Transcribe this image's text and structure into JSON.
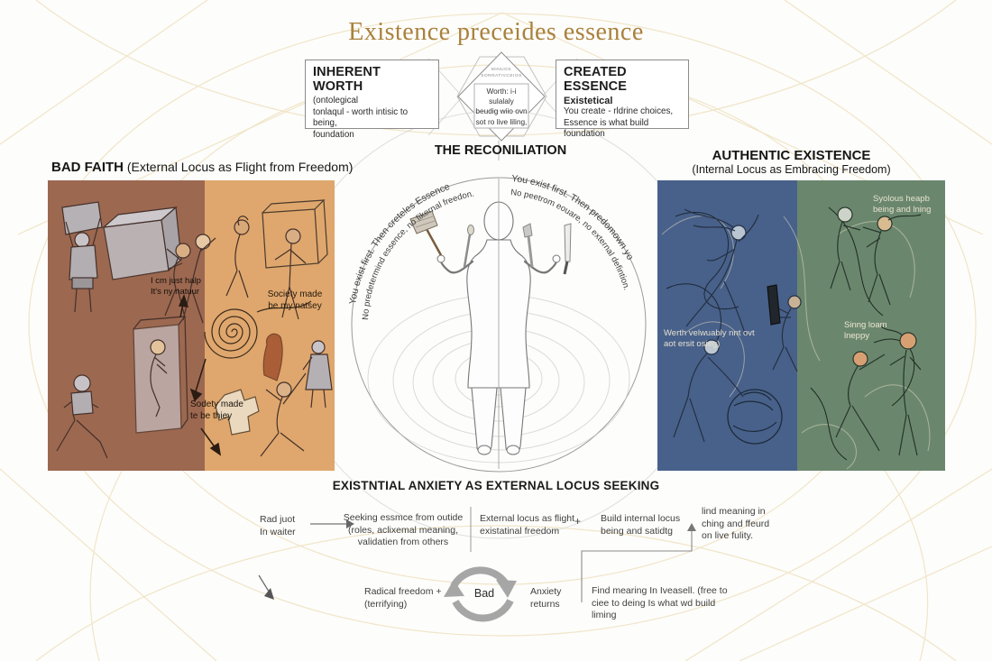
{
  "title": "Existence preceides essence",
  "top": {
    "inherent": {
      "heading": "INHERENT WORTH",
      "body": "(ontolegical\ntonlaqul - worth intisic to being,\nfoundation"
    },
    "diamond": {
      "caps": "MINUOS\nSORRATIVCEIOS",
      "body": "Worth: i-i sulalaly\nbeudig wiio ovn\nsot ro live liling,"
    },
    "created": {
      "heading": "CREATED ESSENCE",
      "subheading": "Existetical",
      "body": "You create - rldrine choices,\nEssence is what build foundation"
    }
  },
  "headers": {
    "bad_faith_title": "BAD FAITH",
    "bad_faith_sub": " (External Locus as Flight from Freedom)",
    "reconciliation": "THE RECONILIATION",
    "authentic_title": "AUTHENTIC EXISTENCE",
    "authentic_sub": "(Internal Locus as Embracing Freedom)"
  },
  "bad_faith_panel": {
    "annotations": [
      "I cm just halp\nIt's ny natuur",
      "Society made\nbe my natsey",
      "Sodety made\nte be thiey"
    ]
  },
  "reconciliation_center": {
    "arc_left_outer": "You exist first. Then creteles Essence",
    "arc_left_inner": "No predetermind essence, no fikernal freedon.",
    "arc_right_outer": "You exist first. Then predomown yo",
    "arc_right_inner": "No peetrom eouare, no external defintion."
  },
  "authentic_panel": {
    "annotations": [
      "Syolous heapb\nbeing and lning",
      "Werth velwuably nnt ovt\naot ersit osieg)",
      "Sinng loam\nlneppy"
    ]
  },
  "bottom": {
    "title": "EXISTNTIAL ANXIETY AS EXTERNAL LOCUS SEEKING",
    "flow": {
      "start": "Rad juot\nIn waiter",
      "seeking": "Seeking essmce from outide\n(roles, aclixemal meaning,\nvalidatien from others",
      "external": "External locus as flight\nexistatinal freedom",
      "plus": "+",
      "build": "Build internal locus\nbeing and satidtg",
      "find_meaning": "lind meaning in\nching and ffeurd\non live fulity."
    },
    "cycle": {
      "left": "Radical freedom +\n(terrifying)",
      "label": "Bad",
      "right": "Anxiety\nreturns",
      "note": "Find mearing In Iveasell. (free to\nciee to deing Is what wd build\nliming"
    }
  },
  "colors": {
    "title_gold": "#a9813c",
    "panel_brown_dark": "#9c6850",
    "panel_tan": "#dfa76d",
    "panel_blue": "#48618a",
    "panel_green": "#6a876e",
    "cycle_gray": "#a6a6a6",
    "ornament_gold": "#f0e4c6"
  }
}
